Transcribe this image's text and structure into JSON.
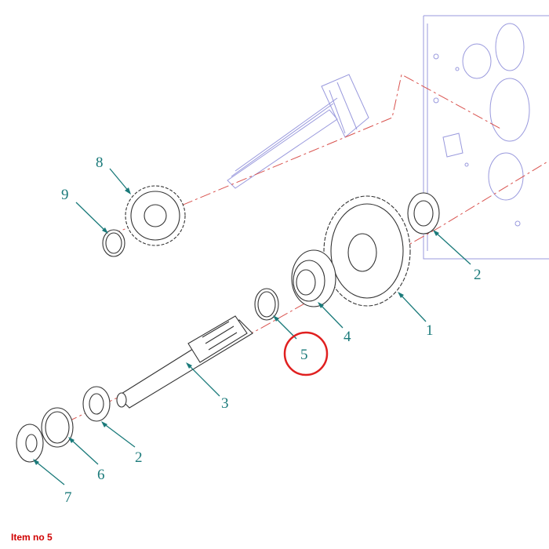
{
  "callouts": [
    {
      "id": "c1",
      "label": "1"
    },
    {
      "id": "c2a",
      "label": "2"
    },
    {
      "id": "c2b",
      "label": "2"
    },
    {
      "id": "c3",
      "label": "3"
    },
    {
      "id": "c4",
      "label": "4"
    },
    {
      "id": "c5",
      "label": "5"
    },
    {
      "id": "c6",
      "label": "6"
    },
    {
      "id": "c7",
      "label": "7"
    },
    {
      "id": "c8",
      "label": "8"
    },
    {
      "id": "c9",
      "label": "9"
    }
  ],
  "highlight": {
    "label": "5",
    "color": "#e02020"
  },
  "caption": "Item no 5",
  "colors": {
    "callout": "#1a7a7a",
    "axis": "#d9534f",
    "ghost": "#9999dd",
    "caption": "#d00000"
  }
}
